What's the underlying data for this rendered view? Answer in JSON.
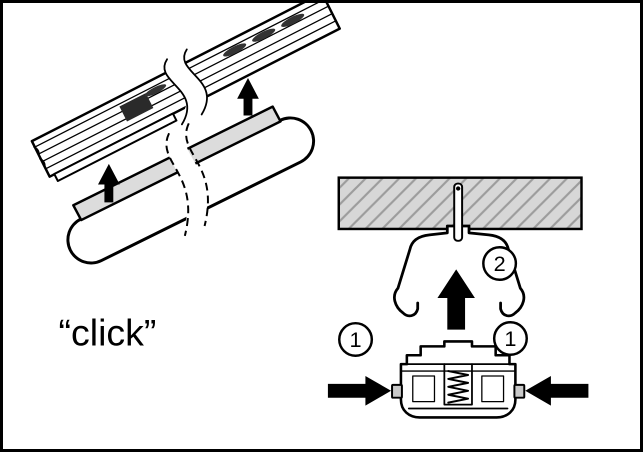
{
  "figure": {
    "type": "luminaire-installation-diagram",
    "click_label": "“click”",
    "callouts": {
      "one": "1",
      "two": "2"
    },
    "icons": {
      "up_arrow_small": "solid up arrow (insert module into rail)",
      "up_arrow_large": "solid up arrow (push luminaire onto clip)",
      "press_arrow_left": "solid right-pointing arrow (press side)",
      "press_arrow_right": "solid left-pointing arrow (press side)"
    },
    "colors": {
      "outline": "#000000",
      "background": "#ffffff",
      "ceiling_fill": "#d7d7d7",
      "hatch_line": "#9c9c9c",
      "module_top_fill": "#dcdcdc",
      "nub_fill": "#c9c9c9",
      "connector_fill": "#2a2a2a"
    }
  }
}
